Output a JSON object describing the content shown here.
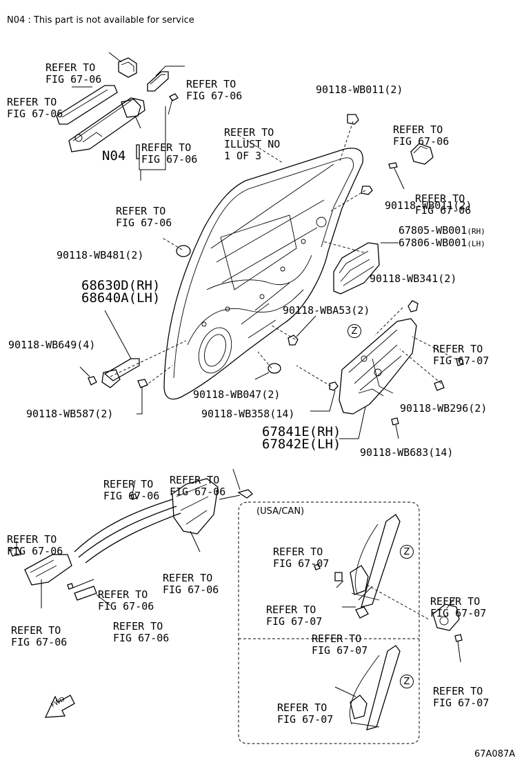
{
  "note": "N04 : This part is not available for service",
  "diagram_code": "67A087A",
  "usa_can_label": "(USA/CAN)",
  "z_mark": "Z",
  "fwd_label": "FWD",
  "n04_label": "N04",
  "refs": {
    "fig_67_06": [
      "REFER TO",
      "FIG 67-06"
    ],
    "fig_67_07": [
      "REFER TO",
      "FIG 67-07"
    ],
    "illust": [
      "REFER TO",
      "ILLUST NO",
      "1 OF 3"
    ]
  },
  "parts": {
    "p_wb011": "90118-WB011(2)",
    "p_wb481": "90118-WB481(2)",
    "p_wb649": "90118-WB649(4)",
    "p_wb587": "90118-WB587(2)",
    "p_wb047": "90118-WB047(2)",
    "p_wb358": "90118-WB358(14)",
    "p_wba53": "90118-WBA53(2)",
    "p_wb341": "90118-WB341(2)",
    "p_wb296": "90118-WB296(2)",
    "p_wb683": "90118-WB683(14)",
    "p_67805": "67805-WB001",
    "p_67805_side": "(RH)",
    "p_67806": "67806-WB001",
    "p_67806_side": "(LH)",
    "p_68630": "68630D(RH)",
    "p_68640": "68640A(LH)",
    "p_67841": "67841E(RH)",
    "p_67842": "67842E(LH)"
  }
}
